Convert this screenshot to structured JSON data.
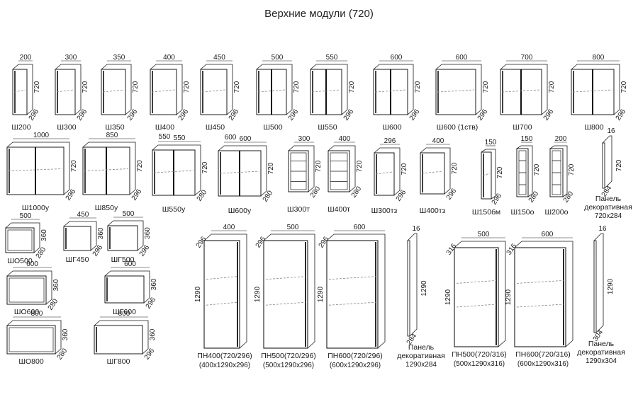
{
  "title": "Верхние модули (720)",
  "colors": {
    "stroke": "#1a1a1a",
    "door": "#111111",
    "shelf": "#888888",
    "background": "#ffffff"
  },
  "modules": [
    {
      "name": "Ш200",
      "w": "200",
      "h": "720",
      "d": "296"
    },
    {
      "name": "Ш300",
      "w": "300",
      "h": "720",
      "d": "296"
    },
    {
      "name": "Ш350",
      "w": "350",
      "h": "720",
      "d": "296"
    },
    {
      "name": "Ш400",
      "w": "400",
      "h": "720",
      "d": "296"
    },
    {
      "name": "Ш450",
      "w": "450",
      "h": "720",
      "d": "296"
    },
    {
      "name": "Ш500",
      "w": "500",
      "h": "720",
      "d": "296"
    },
    {
      "name": "Ш550",
      "w": "550",
      "h": "720",
      "d": "296"
    },
    {
      "name": "Ш600",
      "w": "600",
      "h": "720",
      "d": "296"
    },
    {
      "name": "Ш600 (1ств)",
      "w": "600",
      "h": "720",
      "d": "296"
    },
    {
      "name": "Ш700",
      "w": "700",
      "h": "720",
      "d": "296"
    },
    {
      "name": "Ш800",
      "w": "800",
      "h": "720",
      "d": "296"
    },
    {
      "name": "Ш1000у",
      "w": "1000",
      "h": "720",
      "d": "296"
    },
    {
      "name": "Ш850у",
      "w": "850",
      "h": "720",
      "d": "296"
    },
    {
      "name": "Ш550у",
      "w": "550",
      "w2": "550",
      "h": "720",
      "d": "280"
    },
    {
      "name": "Ш600у",
      "w": "600",
      "w2": "600",
      "h": "720",
      "d": "280"
    },
    {
      "name": "Ш300т",
      "w": "300",
      "h": "720",
      "d": "280"
    },
    {
      "name": "Ш400т",
      "w": "400",
      "h": "720",
      "d": "280"
    },
    {
      "name": "Ш300тз",
      "w": "296",
      "h": "720",
      "d": "296"
    },
    {
      "name": "Ш400тз",
      "w": "400",
      "h": "720",
      "d": "296"
    },
    {
      "name": "Ш150бм",
      "w": "150",
      "h": "720",
      "d": "296"
    },
    {
      "name": "Ш150о",
      "w": "150",
      "h": "720",
      "d": "280"
    },
    {
      "name": "Ш200о",
      "w": "200",
      "h": "720",
      "d": "280"
    },
    {
      "name": "ШО500",
      "w": "500",
      "h": "360",
      "d": "280"
    },
    {
      "name": "ШГ450",
      "w": "450",
      "h": "360",
      "d": "296"
    },
    {
      "name": "ШГ500",
      "w": "500",
      "h": "360",
      "d": "296"
    },
    {
      "name": "ШО600",
      "w": "600",
      "h": "360",
      "d": "280"
    },
    {
      "name": "ШГ600",
      "w": "600",
      "h": "360",
      "d": "296"
    },
    {
      "name": "ШО800",
      "w": "800",
      "h": "360",
      "d": "280"
    },
    {
      "name": "ШГ800",
      "w": "800",
      "h": "360",
      "d": "296"
    }
  ],
  "tall_modules": [
    {
      "name": "ПН400(720/296)",
      "size": "(400х1290х296)",
      "w": "400",
      "h": "1290",
      "d": "296"
    },
    {
      "name": "ПН500(720/296)",
      "size": "(500х1290х296)",
      "w": "500",
      "h": "1290",
      "d": "296"
    },
    {
      "name": "ПН600(720/296)",
      "size": "(600х1290х296)",
      "w": "600",
      "h": "1290",
      "d": "296"
    },
    {
      "name": "ПН500(720/316)",
      "size": "(500х1290х316)",
      "w": "500",
      "h": "1290",
      "d": "316"
    },
    {
      "name": "ПН600(720/316)",
      "size": "(600х1290х316)",
      "w": "600",
      "h": "1290",
      "d": "316"
    }
  ],
  "panels": [
    {
      "line1": "Панель",
      "line2": "декоративная",
      "size": "720х284",
      "t": "16",
      "h": "720",
      "d": "284"
    },
    {
      "line1": "Панель",
      "line2": "декоративная",
      "size": "1290х284",
      "t": "16",
      "h": "1290",
      "d": "284"
    },
    {
      "line1": "Панель",
      "line2": "декоративная",
      "size": "1290х304",
      "t": "16",
      "h": "1290",
      "d": "304"
    }
  ]
}
